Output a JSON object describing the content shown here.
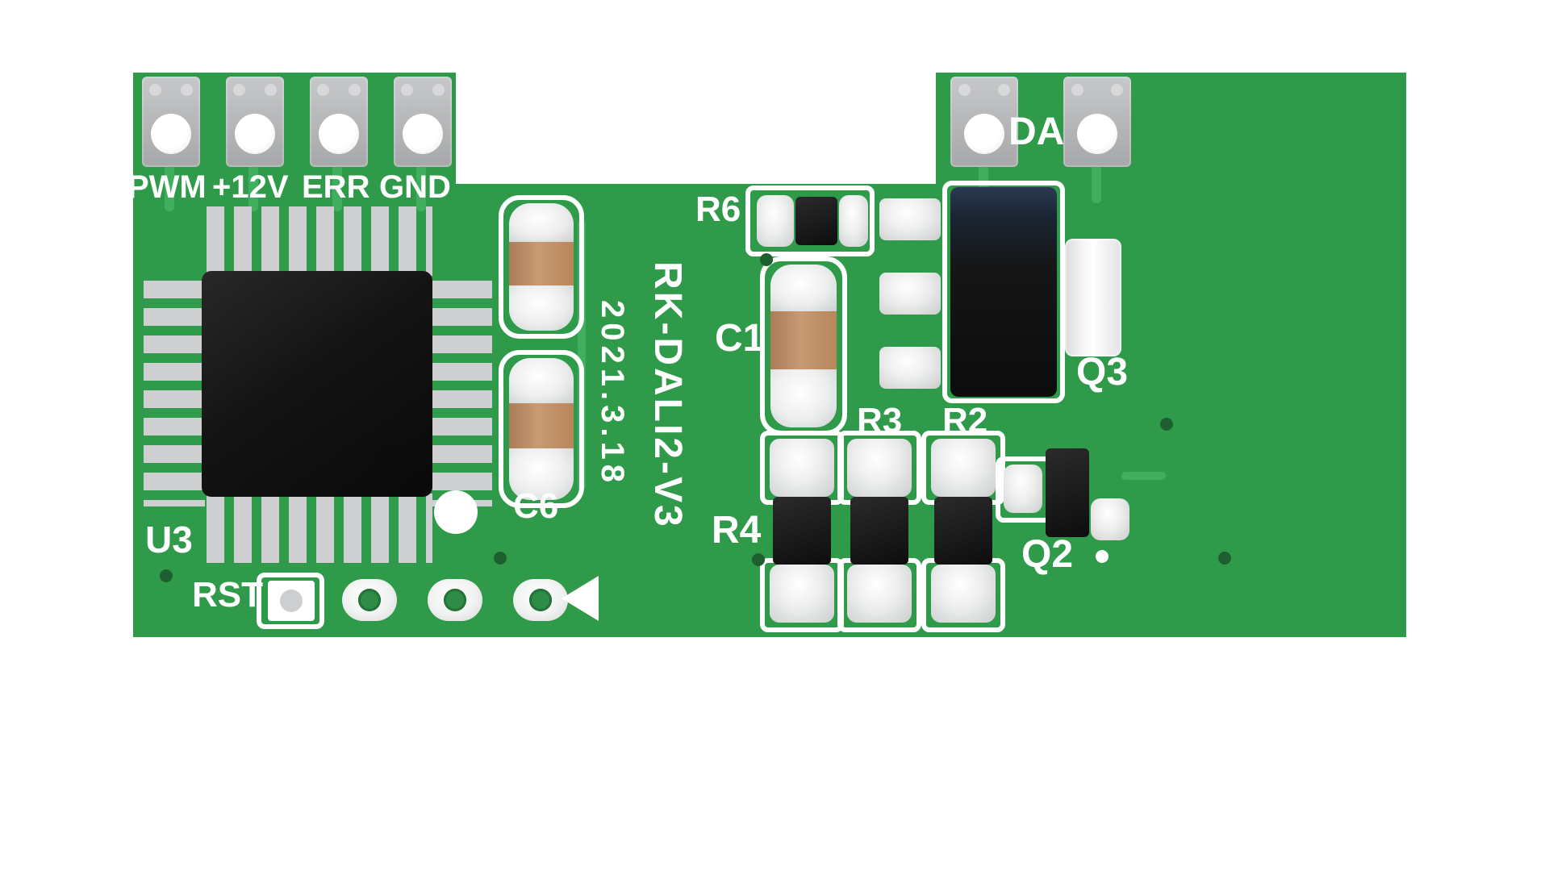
{
  "silkscreen": {
    "model": "RK-DALI2-V3",
    "date": "2021.3.18"
  },
  "connectors": {
    "left_labels": [
      "PWM",
      "+12V",
      "ERR",
      "GND"
    ],
    "right_label": "DA"
  },
  "refdes": {
    "u3": "U3",
    "c6": "C6",
    "c1": "C1",
    "r6": "R6",
    "r3": "R3",
    "r2": "R2",
    "r4": "R4",
    "q2": "Q2",
    "q3": "Q3",
    "rst": "RST"
  },
  "colors": {
    "board_green": "#2f9b4a",
    "trace_green": "#3fae5e",
    "connector_gray": "#b5b7b9",
    "solder_silver": "#e9eaea",
    "ic_black": "#151515",
    "capacitor_tan": "#bd8e6a",
    "silkscreen_white": "#ffffff"
  }
}
